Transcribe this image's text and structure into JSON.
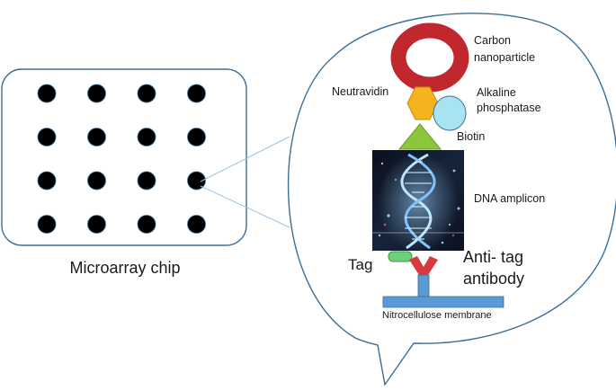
{
  "chip": {
    "label": "Microarray chip",
    "rows": 4,
    "cols": 4
  },
  "labels": {
    "carbon_line1": "Carbon",
    "carbon_line2": "nanoparticle",
    "neutravidin": "Neutravidin",
    "alkaline_line1": "Alkaline",
    "alkaline_line2": "phosphatase",
    "biotin": "Biotin",
    "dna": "DNA amplicon",
    "tag": "Tag",
    "antitag_line1": "Anti- tag",
    "antitag_line2": "antibody",
    "membrane": "Nitrocellulose membrane"
  },
  "colors": {
    "outline": "#3a6e98",
    "dot": "#000000",
    "carbon": "#c0282d",
    "neutravidin": "#f5b41e",
    "alkaline": "#a8e4ef",
    "biotin": "#8cc63f",
    "tag": "#6fd07a",
    "antibody_arms": "#d8393e",
    "antibody_stem": "#5b9bd5",
    "membrane": "#5b9bd5"
  }
}
